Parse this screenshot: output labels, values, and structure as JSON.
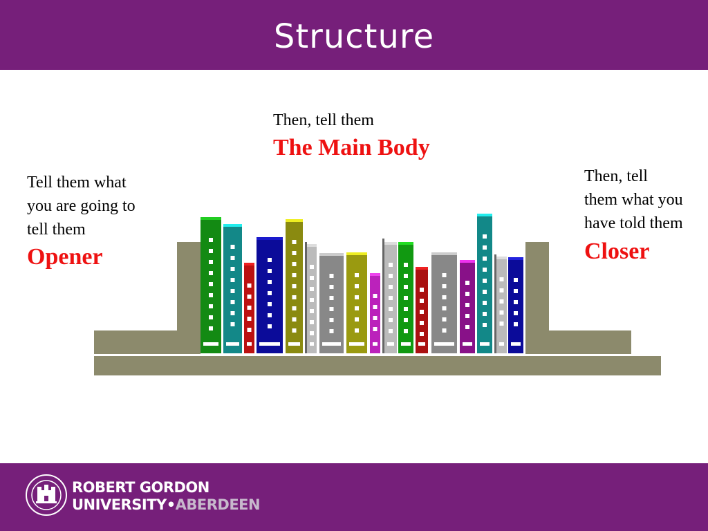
{
  "slide": {
    "title": "Structure"
  },
  "sections": {
    "opener": {
      "lines": [
        "Tell them what",
        "you are going to",
        "tell them"
      ],
      "label": "Opener"
    },
    "main_body": {
      "lead": "Then, tell them",
      "label": "The Main Body"
    },
    "closer": {
      "lines": [
        "Then, tell",
        "them what you",
        "have told them"
      ],
      "label": "Closer"
    }
  },
  "colors": {
    "header_footer": "#761f7a",
    "label_red": "#ee1111",
    "shelf": "#8c8a6c"
  },
  "books": [
    {
      "color": "#138a13",
      "top": "#22cc22"
    },
    {
      "color": "#138888",
      "top": "#22eeee"
    },
    {
      "color": "#bb1111",
      "top": "#ee2222"
    },
    {
      "color": "#0b0b99",
      "top": "#1a1acc"
    },
    {
      "color": "#8a8a10",
      "top": "#eeee22"
    },
    {
      "color": "#bbbbbb",
      "top": "#dddddd"
    },
    {
      "color": "#888888",
      "top": "#cccccc"
    },
    {
      "color": "#9a9a10",
      "top": "#eeee22"
    },
    {
      "color": "#bb22bb",
      "top": "#ee44ee"
    },
    {
      "color": "#bbbbbb",
      "top": "#dddddd"
    },
    {
      "color": "#119911",
      "top": "#22dd22"
    },
    {
      "color": "#aa1111",
      "top": "#ee2222"
    },
    {
      "color": "#888888",
      "top": "#cccccc"
    },
    {
      "color": "#881188",
      "top": "#ee33ee"
    },
    {
      "color": "#128888",
      "top": "#22eeee"
    },
    {
      "color": "#bbbbbb",
      "top": "#dddddd"
    },
    {
      "color": "#0b0b99",
      "top": "#2222dd"
    }
  ],
  "logo": {
    "line1": "ROBERT GORDON",
    "line2_main": "UNIVERSITY",
    "line2_sep": "•",
    "line2_city": "ABERDEEN",
    "icon": "university-crest-icon"
  }
}
